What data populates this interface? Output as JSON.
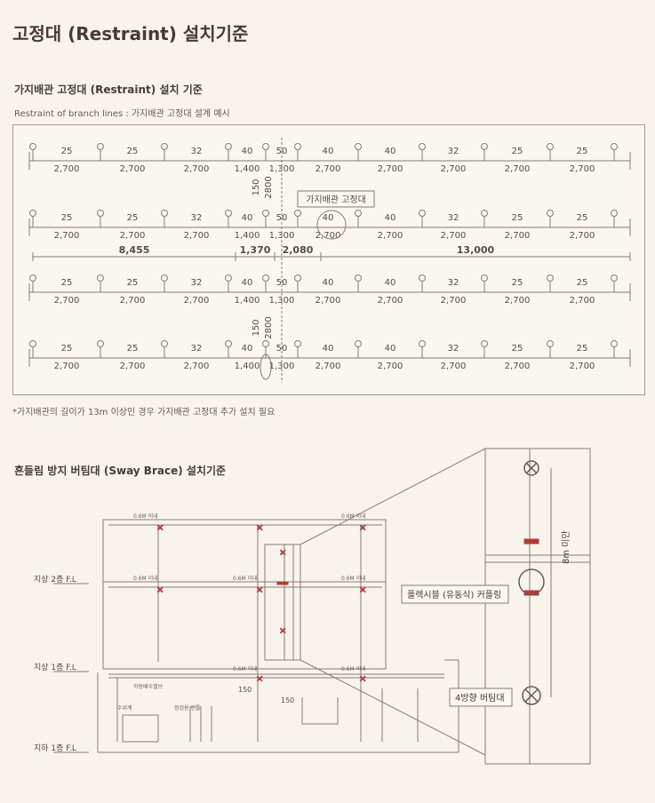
{
  "page_title": "고정대 (Restraint) 설치기준",
  "section1": {
    "heading": "가지배관 고정대 (Restraint) 설치 기준",
    "subtitle": "Restraint of branch lines : 가지배관 고정대 설계 예시",
    "rows": [
      {
        "sizes": [
          "25",
          "25",
          "32",
          "40",
          "50",
          "40",
          "40",
          "32",
          "25",
          "25"
        ],
        "lengths": [
          "2,700",
          "2,700",
          "2,700",
          "1,400",
          "1,300",
          "2,700",
          "2,700",
          "2,700",
          "2,700",
          "2,700"
        ]
      },
      {
        "sizes": [
          "25",
          "25",
          "32",
          "40",
          "50",
          "40",
          "40",
          "32",
          "25",
          "25"
        ],
        "lengths": [
          "2,700",
          "2,700",
          "2,700",
          "1,400",
          "1,300",
          "2,700",
          "2,700",
          "2,700",
          "2,700",
          "2,700"
        ]
      },
      {
        "sizes": [
          "25",
          "25",
          "32",
          "40",
          "50",
          "40",
          "40",
          "32",
          "25",
          "25"
        ],
        "lengths": [
          "2,700",
          "2,700",
          "2,700",
          "1,400",
          "1,300",
          "2,700",
          "2,700",
          "2,700",
          "2,700",
          "2,700"
        ]
      },
      {
        "sizes": [
          "25",
          "25",
          "32",
          "40",
          "50",
          "40",
          "40",
          "32",
          "25",
          "25"
        ],
        "lengths": [
          "2,700",
          "2,700",
          "2,700",
          "1,400",
          "1,300",
          "2,700",
          "2,700",
          "2,700",
          "2,700",
          "2,700"
        ]
      }
    ],
    "dimensions": [
      "8,455",
      "1,370",
      "2,080",
      "13,000"
    ],
    "vertical_labels": {
      "v150": "150",
      "v2800": "2800"
    },
    "callout": "가지배관 고정대",
    "footnote": "*가지배관의 길이가 13m 이상인 경우 가지배관 고정대 추가 설치 필요"
  },
  "section2": {
    "heading": "흔들림 방지 버팀대 (Sway Brace) 설치기준",
    "floors": [
      "지상 2층 F.L",
      "지상 1층 F.L",
      "지하 1층 F.L"
    ],
    "spacing_label": "0.6M 이내",
    "dim_150": "150",
    "small_labels": [
      "자동배수밸브",
      "수위계",
      "정검용 밴틀"
    ],
    "callout_coupling": "플렉시블 (유동식) 커플링",
    "callout_brace": "4방향 버팀대",
    "dim_8m": "8m 미만"
  },
  "colors": {
    "background": "#f8f4ec",
    "line": "#8a7a72",
    "text": "#5a4a42",
    "accent": "#b33a3a"
  }
}
